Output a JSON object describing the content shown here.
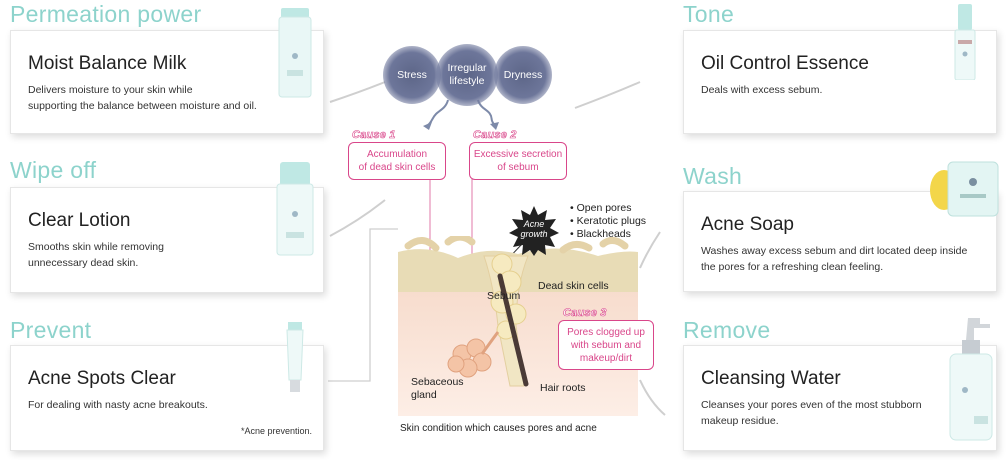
{
  "categories": {
    "permeation": "Permeation power",
    "wipe_off": "Wipe off",
    "prevent": "Prevent",
    "tone": "Tone",
    "wash": "Wash",
    "remove": "Remove"
  },
  "products": {
    "moist_balance_milk": {
      "name": "Moist Balance Milk",
      "description_line1": "Delivers moisture to your skin while",
      "description_line2": "supporting the balance between moisture and oil."
    },
    "clear_lotion": {
      "name": "Clear Lotion",
      "description_line1": "Smooths skin while removing",
      "description_line2": "unnecessary dead skin."
    },
    "acne_spots_clear": {
      "name": "Acne Spots Clear",
      "description_line1": "For dealing with nasty acne breakouts.",
      "note": "*Acne prevention."
    },
    "oil_control_essence": {
      "name": "Oil Control Essence",
      "description_line1": "Deals with excess sebum."
    },
    "acne_soap": {
      "name": "Acne Soap",
      "description_line1": "Washes away excess sebum and dirt located deep inside",
      "description_line2": "the pores for a refreshing clean feeling."
    },
    "cleansing_water": {
      "name": "Cleansing Water",
      "description_line1": "Cleanses your pores even of the most stubborn",
      "description_line2": " makeup residue."
    }
  },
  "diagram": {
    "bubbles": {
      "stress": "Stress",
      "irregular_line1": "Irregular",
      "irregular_line2": "lifestyle",
      "dryness": "Dryness"
    },
    "cause1": {
      "tag": "Cause 1",
      "line1": "Accumulation",
      "line2": "of dead skin cells"
    },
    "cause2": {
      "tag": "Cause 2",
      "line1": "Excessive secretion",
      "line2": "of sebum"
    },
    "cause3": {
      "tag": "Cause 3",
      "line1": "Pores clogged up",
      "line2": "with sebum and",
      "line3": "makeup/dirt"
    },
    "acne_growth_line1": "Acne",
    "acne_growth_line2": "growth",
    "symptoms": [
      "• Open pores",
      "• Keratotic plugs",
      "• Blackheads"
    ],
    "labels": {
      "sebum": "Sebum",
      "dead_skin_cells": "Dead skin cells",
      "sebaceous_line1": "Sebaceous",
      "sebaceous_line2": "gland",
      "hair_roots": "Hair roots"
    },
    "caption": "Skin condition which causes pores and acne"
  },
  "colors": {
    "category_teal": "#8dd3cc",
    "cause_pink": "#d9468a",
    "skin_beige": "#e8dcb6",
    "skin_pink": "#fbe3d6",
    "bubble_navy": "#5d6688"
  }
}
